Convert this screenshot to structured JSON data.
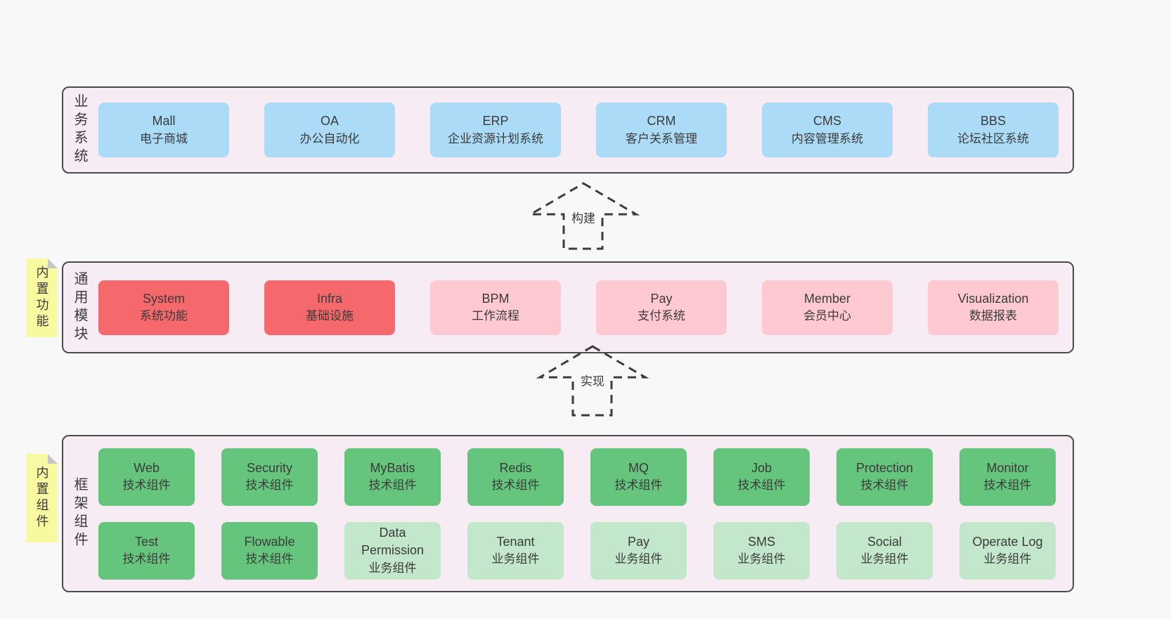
{
  "diagram": {
    "colors": {
      "page_background": "#f8f8f8",
      "band_background": "#f8ecf4",
      "band_border": "#4b4b4b",
      "blue_box": "#abdbf7",
      "red_box": "#f5696d",
      "pink_box": "#ffc9d2",
      "green_dark_box": "#65c57d",
      "green_light_box": "#c2e7cb",
      "note_yellow": "#f9f9a2",
      "text": "#3b3b3b"
    },
    "arrows": {
      "build": "构建",
      "implement": "实现"
    },
    "bands": {
      "business": {
        "label": "业务系统",
        "boxes": [
          {
            "title": "Mall",
            "subtitle": "电子商城"
          },
          {
            "title": "OA",
            "subtitle": "办公自动化"
          },
          {
            "title": "ERP",
            "subtitle": "企业资源计划系统"
          },
          {
            "title": "CRM",
            "subtitle": "客户关系管理"
          },
          {
            "title": "CMS",
            "subtitle": "内容管理系统"
          },
          {
            "title": "BBS",
            "subtitle": "论坛社区系统"
          }
        ]
      },
      "modules": {
        "label": "通用模块",
        "note": "内置功能",
        "boxes": [
          {
            "title": "System",
            "subtitle": "系统功能"
          },
          {
            "title": "Infra",
            "subtitle": "基础设施"
          },
          {
            "title": "BPM",
            "subtitle": "工作流程"
          },
          {
            "title": "Pay",
            "subtitle": "支付系统"
          },
          {
            "title": "Member",
            "subtitle": "会员中心"
          },
          {
            "title": "Visualization",
            "subtitle": "数据报表"
          }
        ]
      },
      "framework": {
        "label": "框架组件",
        "note": "内置组件",
        "row1": [
          {
            "title": "Web",
            "subtitle": "技术组件"
          },
          {
            "title": "Security",
            "subtitle": "技术组件"
          },
          {
            "title": "MyBatis",
            "subtitle": "技术组件"
          },
          {
            "title": "Redis",
            "subtitle": "技术组件"
          },
          {
            "title": "MQ",
            "subtitle": "技术组件"
          },
          {
            "title": "Job",
            "subtitle": "技术组件"
          },
          {
            "title": "Protection",
            "subtitle": "技术组件"
          },
          {
            "title": "Monitor",
            "subtitle": "技术组件"
          }
        ],
        "row2": [
          {
            "title": "Test",
            "subtitle": "技术组件"
          },
          {
            "title": "Flowable",
            "subtitle": "技术组件"
          },
          {
            "title": "Data Permission",
            "subtitle": "业务组件"
          },
          {
            "title": "Tenant",
            "subtitle": "业务组件"
          },
          {
            "title": "Pay",
            "subtitle": "业务组件"
          },
          {
            "title": "SMS",
            "subtitle": "业务组件"
          },
          {
            "title": "Social",
            "subtitle": "业务组件"
          },
          {
            "title": "Operate Log",
            "subtitle": "业务组件"
          }
        ]
      }
    }
  }
}
